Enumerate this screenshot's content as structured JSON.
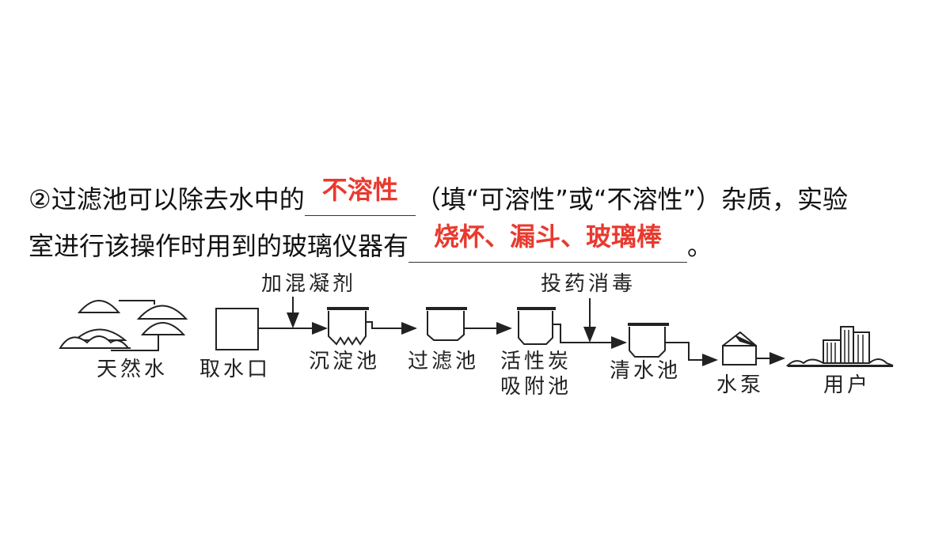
{
  "question": {
    "line1_prefix": "②过滤池可以除去水中的",
    "answer1": "不溶性",
    "line1_suffix": "（填“可溶性”或“不溶性”）杂质，实验",
    "line2_prefix": "室进行该操作时用到的玻璃仪器有",
    "answer2": "烧杯、漏斗、玻璃棒",
    "line2_suffix": "。"
  },
  "diagram": {
    "add_coagulant": "加混凝剂",
    "add_disinfectant": "投药消毒",
    "natural_water": "天然水",
    "intake": "取水口",
    "sedimentation_tank": "沉淀池",
    "filter_tank": "过滤池",
    "carbon_line1": "活性炭",
    "carbon_line2": "吸附池",
    "clear_water_tank": "清水池",
    "pump": "水泵",
    "user": "用户"
  }
}
